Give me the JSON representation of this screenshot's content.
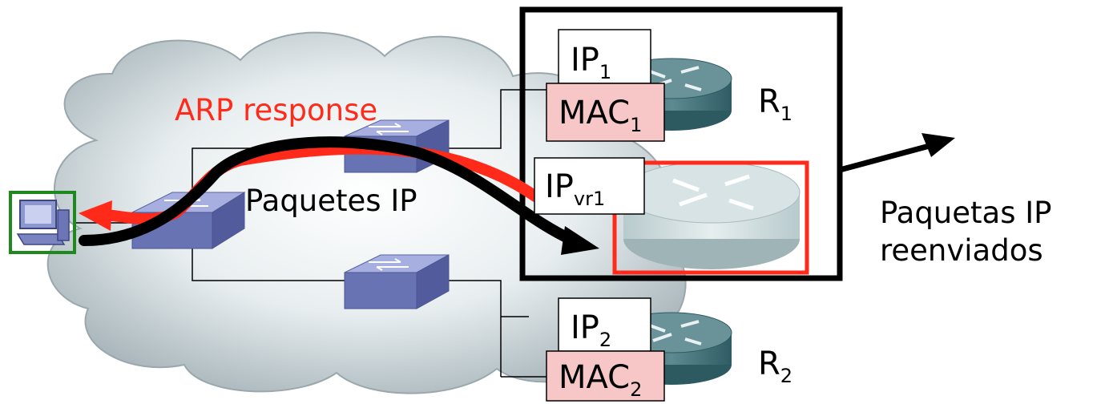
{
  "labels": {
    "arp_response": "ARP response",
    "paquetes_ip": "Paquetes IP",
    "forwarded_line1": "Paquetas IP",
    "forwarded_line2": "reenviados",
    "r1": "R",
    "r1_sub": "1",
    "r2": "R",
    "r2_sub": "2"
  },
  "boxes": {
    "ip1": {
      "main": "IP",
      "sub": "1"
    },
    "mac1": {
      "main": "MAC",
      "sub": "1"
    },
    "ipvr1": {
      "main": "IP",
      "sub": "vr1"
    },
    "ip2": {
      "main": "IP",
      "sub": "2"
    },
    "mac2": {
      "main": "MAC",
      "sub": "2"
    }
  },
  "colors": {
    "arp_arrow": "#ff2a1a",
    "packet_arrow": "#000000",
    "mac_fill": "#f7c7c7",
    "host_frame": "#1e8a1e",
    "virtual_router_frame": "#ff2a1a",
    "cloud": "#cfd8dc",
    "switch": "#6d78b8",
    "router": "#3d6a72"
  }
}
